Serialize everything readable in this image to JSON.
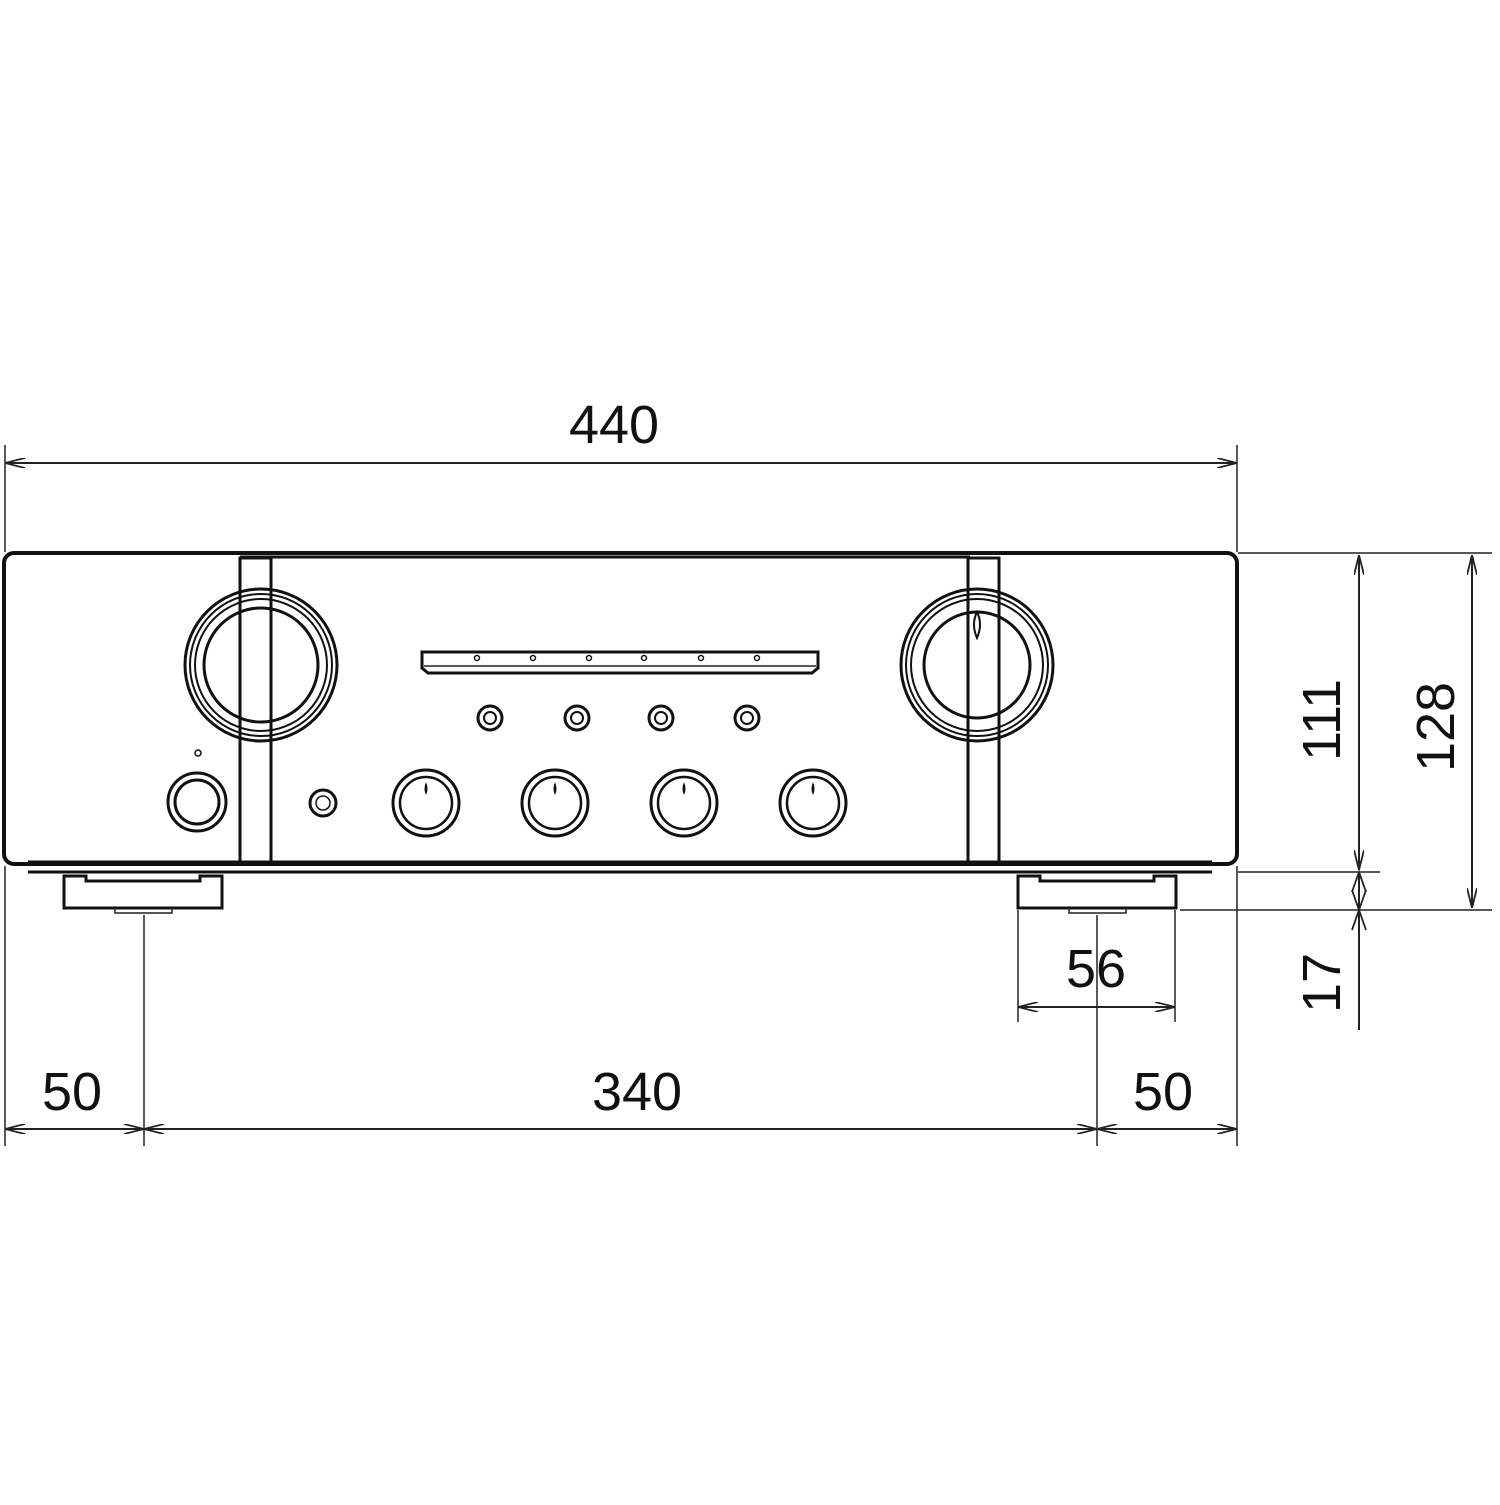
{
  "dimensions": {
    "overall_width": "440",
    "body_height": "111",
    "overall_height": "128",
    "foot_height": "17",
    "foot_width": "56",
    "left_offset": "50",
    "foot_spacing": "340",
    "right_offset": "50"
  },
  "colors": {
    "line": "#111111",
    "background": "#ffffff"
  }
}
